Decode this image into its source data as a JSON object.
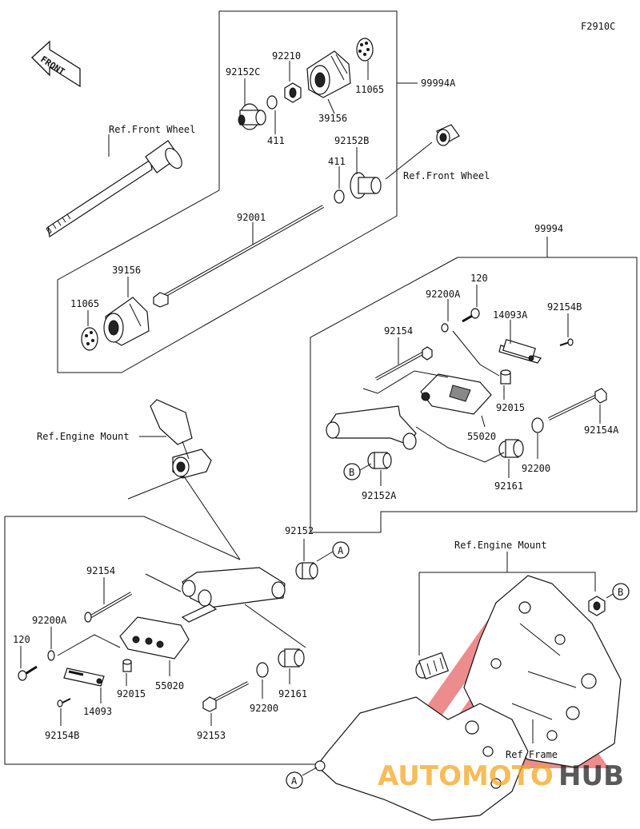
{
  "diagram_code": "F2910C",
  "front_label": "FRONT",
  "kits": {
    "upper": "99994A",
    "lower": "99994"
  },
  "refs": {
    "front_wheel_left": "Ref.Front Wheel",
    "front_wheel_right": "Ref.Front Wheel",
    "engine_mount_left": "Ref.Engine Mount",
    "engine_mount_right": "Ref.Engine Mount",
    "frame": "Ref.Frame"
  },
  "markers": {
    "a": "A",
    "b": "B"
  },
  "parts": {
    "p92210": "92210",
    "p92152C": "92152C",
    "p11065_top": "11065",
    "p39156_top": "39156",
    "p411_top": "411",
    "p92152B": "92152B",
    "p411_mid": "411",
    "p92001": "92001",
    "p39156_low": "39156",
    "p11065_low": "11065",
    "r120": "120",
    "r92200A": "92200A",
    "r14093A": "14093A",
    "r92154B": "92154B",
    "r92154": "92154",
    "r92015": "92015",
    "r55020": "55020",
    "r92154A": "92154A",
    "r92200": "92200",
    "r92161": "92161",
    "r92152A": "92152A",
    "l92152": "92152",
    "l92154": "92154",
    "l92200A": "92200A",
    "l120": "120",
    "l14093": "14093",
    "l92015": "92015",
    "l55020": "55020",
    "l92154B": "92154B",
    "l92200": "92200",
    "l92161": "92161",
    "l92153": "92153"
  },
  "watermark": {
    "part1": "AUTOMOTO",
    "part2": "HUB",
    "color1": "#f5a623",
    "color2": "#222222",
    "triangle_color": "#e03030"
  }
}
